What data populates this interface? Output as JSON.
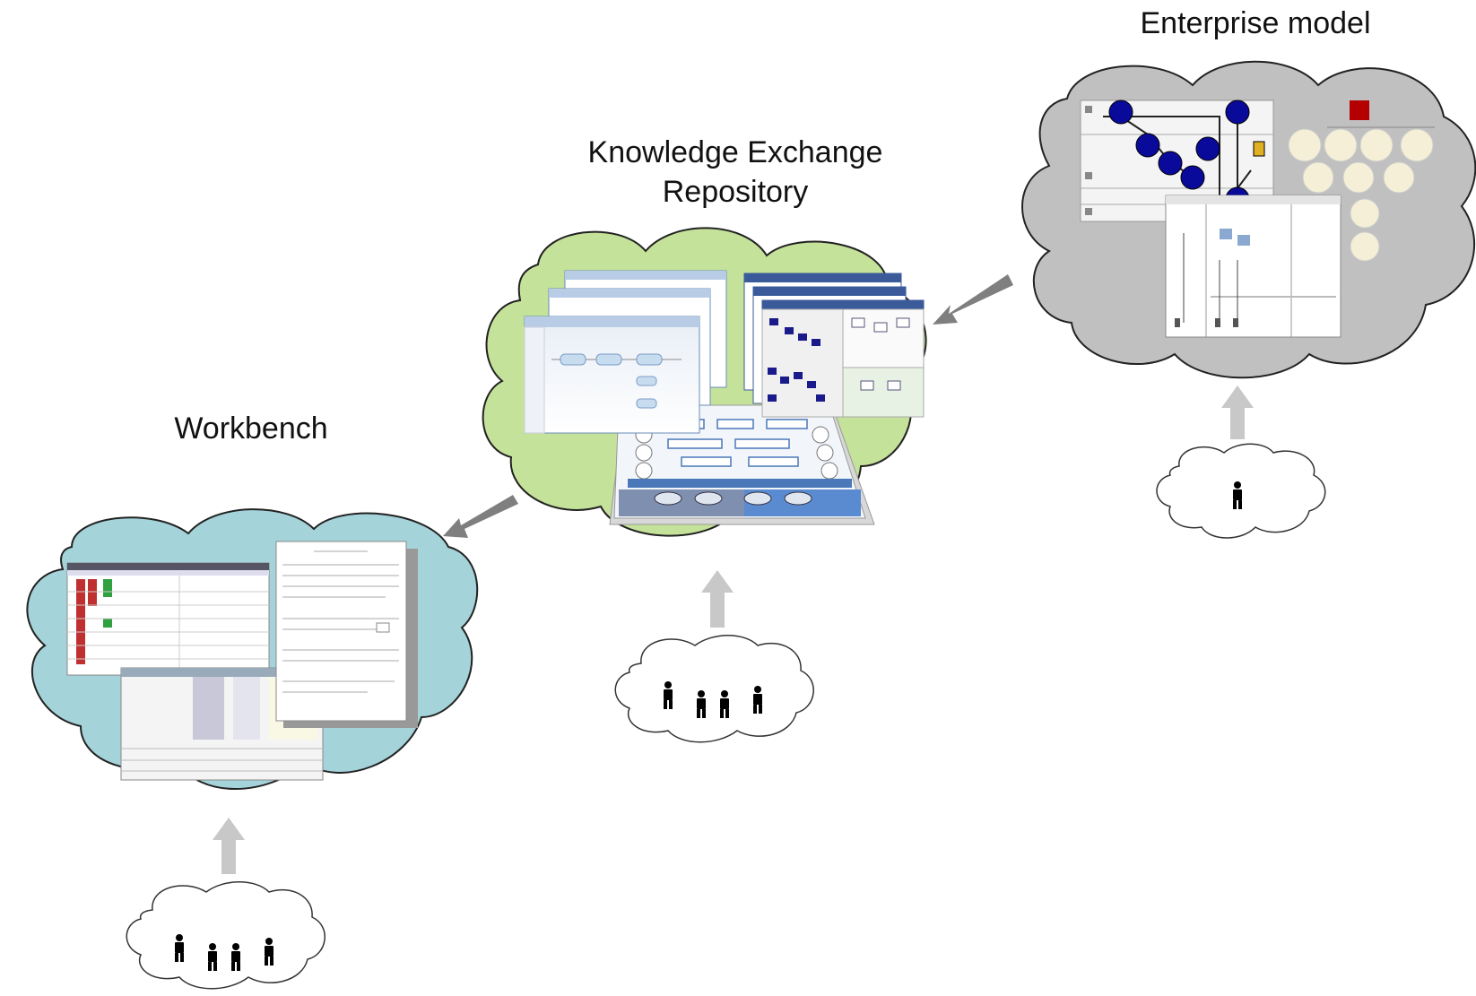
{
  "labels": {
    "enterprise_model": "Enterprise model",
    "knowledge_exchange_line1": "Knowledge Exchange",
    "knowledge_exchange_line2": "Repository",
    "workbench": "Workbench"
  },
  "colors": {
    "enterprise_cloud": "#c0c0c0",
    "repository_cloud": "#c4e29a",
    "workbench_cloud": "#a4d3d9",
    "user_cloud": "#ffffff",
    "gray_arrow": "#7f7f7f",
    "light_arrow": "#c8c8c8",
    "node_blue": "#0a0a9a",
    "node_red": "#b40000"
  },
  "icons": {
    "person": "person-icon",
    "arrow": "arrow-icon"
  },
  "user_groups": [
    {
      "name": "enterprise-users",
      "people": 1
    },
    {
      "name": "repository-users",
      "people": 4
    },
    {
      "name": "workbench-users",
      "people": 4
    }
  ]
}
